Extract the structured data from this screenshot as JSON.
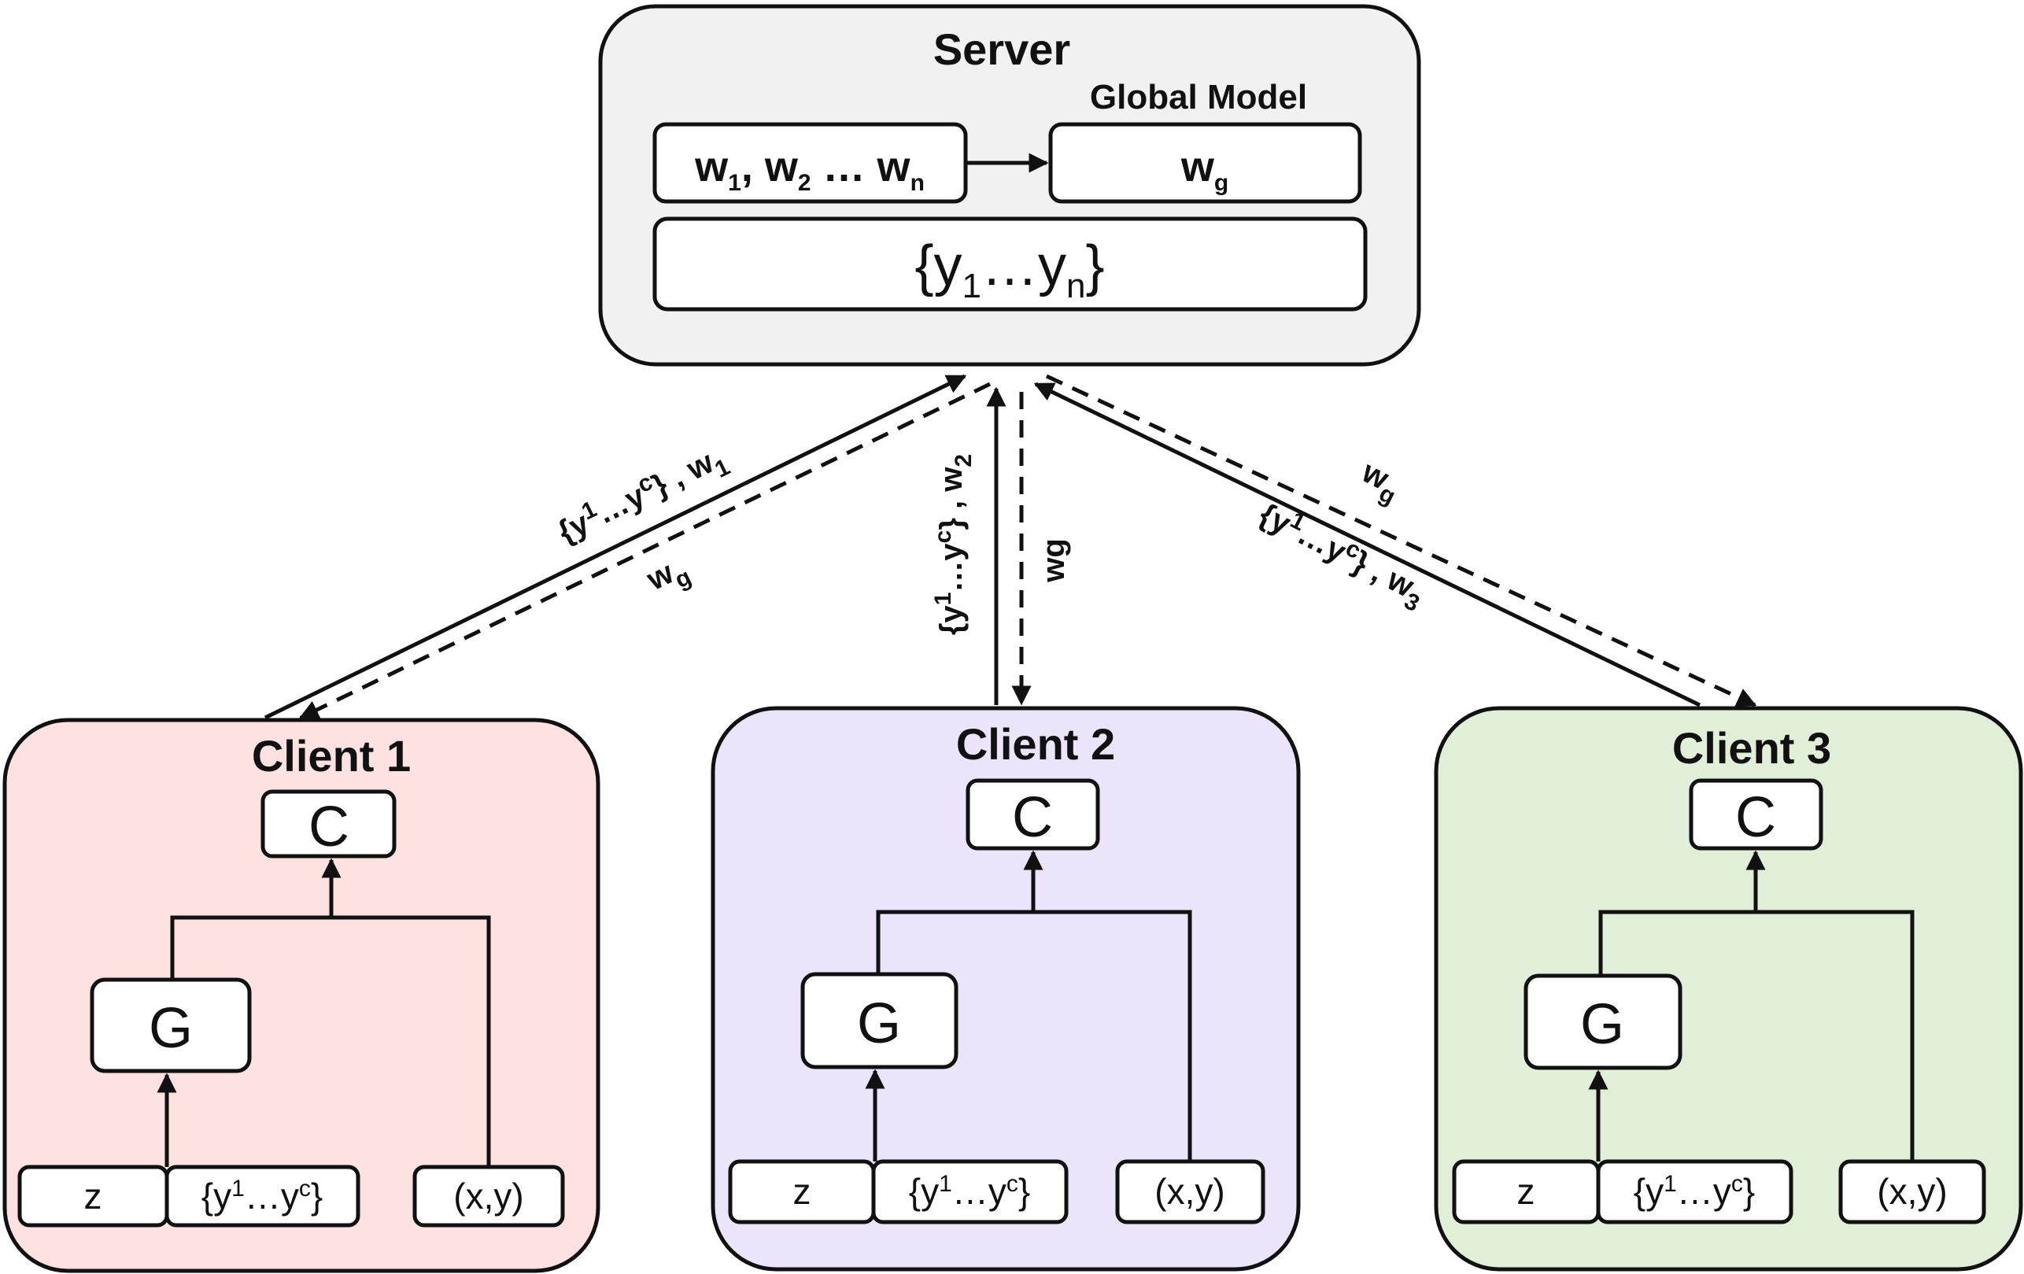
{
  "server": {
    "title": "Server",
    "global_model_label": "Global  Model",
    "local_weights": {
      "base1": "w",
      "sub1": "1",
      "sep1": ", ",
      "base2": "w",
      "sub2": "2",
      "sep2": " … ",
      "base3": "w",
      "subn": "n"
    },
    "global_weight": {
      "base": "w",
      "sub": "g"
    },
    "labels_set": {
      "open": "{y",
      "sub1": "1",
      "mid": "…y",
      "subn": "n",
      "close": "}"
    }
  },
  "edges": {
    "client1_up": {
      "open": "{y",
      "sup1": "1",
      "mid": "…y",
      "supc": "c",
      "close": "} , w",
      "sub": "1"
    },
    "client1_down": {
      "base": "w",
      "sub": "g"
    },
    "client2_up": {
      "open": "{y",
      "sup1": "1",
      "mid": "…y",
      "supc": "c",
      "close": "} , w",
      "sub": "2"
    },
    "client2_down": "wg",
    "client3_up": {
      "open": "{y",
      "sup1": "1",
      "mid": "…y",
      "supc": "c",
      "close": "} , w",
      "sub": "3"
    },
    "client3_down": {
      "base": "w",
      "sub": "g"
    }
  },
  "clients": [
    {
      "title": "Client 1",
      "color": "#fde2e1",
      "classifier": "C",
      "generator": "G",
      "noise": "z",
      "labels": {
        "open": "{y",
        "sup1": "1",
        "mid": "…y",
        "supc": "c",
        "close": "}"
      },
      "data": "(x,y)"
    },
    {
      "title": "Client 2",
      "color": "#ebe4fb",
      "classifier": "C",
      "generator": "G",
      "noise": "z",
      "labels": {
        "open": "{y",
        "sup1": "1",
        "mid": "…y",
        "supc": "c",
        "close": "}"
      },
      "data": "(x,y)"
    },
    {
      "title": "Client 3",
      "color": "#e1efd8",
      "classifier": "C",
      "generator": "G",
      "noise": "z",
      "labels": {
        "open": "{y",
        "sup1": "1",
        "mid": "…y",
        "supc": "c",
        "close": "}"
      },
      "data": "(x,y)"
    }
  ],
  "colors": {
    "server_fill": "#f1f1f1",
    "stroke": "#111111"
  }
}
